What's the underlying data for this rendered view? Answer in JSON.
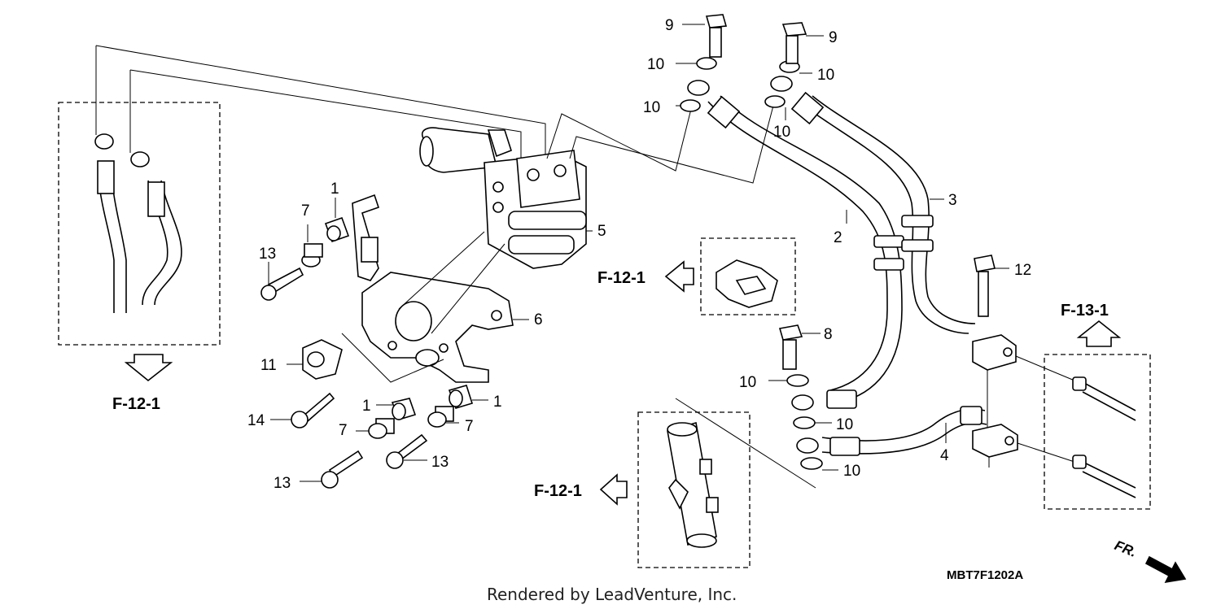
{
  "diagram": {
    "callouts": [
      {
        "id": "c1a",
        "text": "1"
      },
      {
        "id": "c1b",
        "text": "1"
      },
      {
        "id": "c1c",
        "text": "1"
      },
      {
        "id": "c2",
        "text": "2"
      },
      {
        "id": "c3",
        "text": "3"
      },
      {
        "id": "c4",
        "text": "4"
      },
      {
        "id": "c5",
        "text": "5"
      },
      {
        "id": "c6",
        "text": "6"
      },
      {
        "id": "c7a",
        "text": "7"
      },
      {
        "id": "c7b",
        "text": "7"
      },
      {
        "id": "c7c",
        "text": "7"
      },
      {
        "id": "c8",
        "text": "8"
      },
      {
        "id": "c9a",
        "text": "9"
      },
      {
        "id": "c9b",
        "text": "9"
      },
      {
        "id": "c10a",
        "text": "10"
      },
      {
        "id": "c10b",
        "text": "10"
      },
      {
        "id": "c10c",
        "text": "10"
      },
      {
        "id": "c10d",
        "text": "10"
      },
      {
        "id": "c10e",
        "text": "10"
      },
      {
        "id": "c10f",
        "text": "10"
      },
      {
        "id": "c10g",
        "text": "10"
      },
      {
        "id": "c11",
        "text": "11"
      },
      {
        "id": "c12",
        "text": "12"
      },
      {
        "id": "c13a",
        "text": "13"
      },
      {
        "id": "c13b",
        "text": "13"
      },
      {
        "id": "c13c",
        "text": "13"
      },
      {
        "id": "c14",
        "text": "14"
      }
    ],
    "refs": [
      {
        "id": "r1",
        "text": "F-12-1"
      },
      {
        "id": "r2",
        "text": "F-12-1"
      },
      {
        "id": "r3",
        "text": "F-12-1"
      },
      {
        "id": "r4",
        "text": "F-13-1"
      }
    ],
    "diagram_code": "MBT7F1202A",
    "front_marker": "FR.",
    "footer": "Rendered by LeadVenture, Inc."
  }
}
